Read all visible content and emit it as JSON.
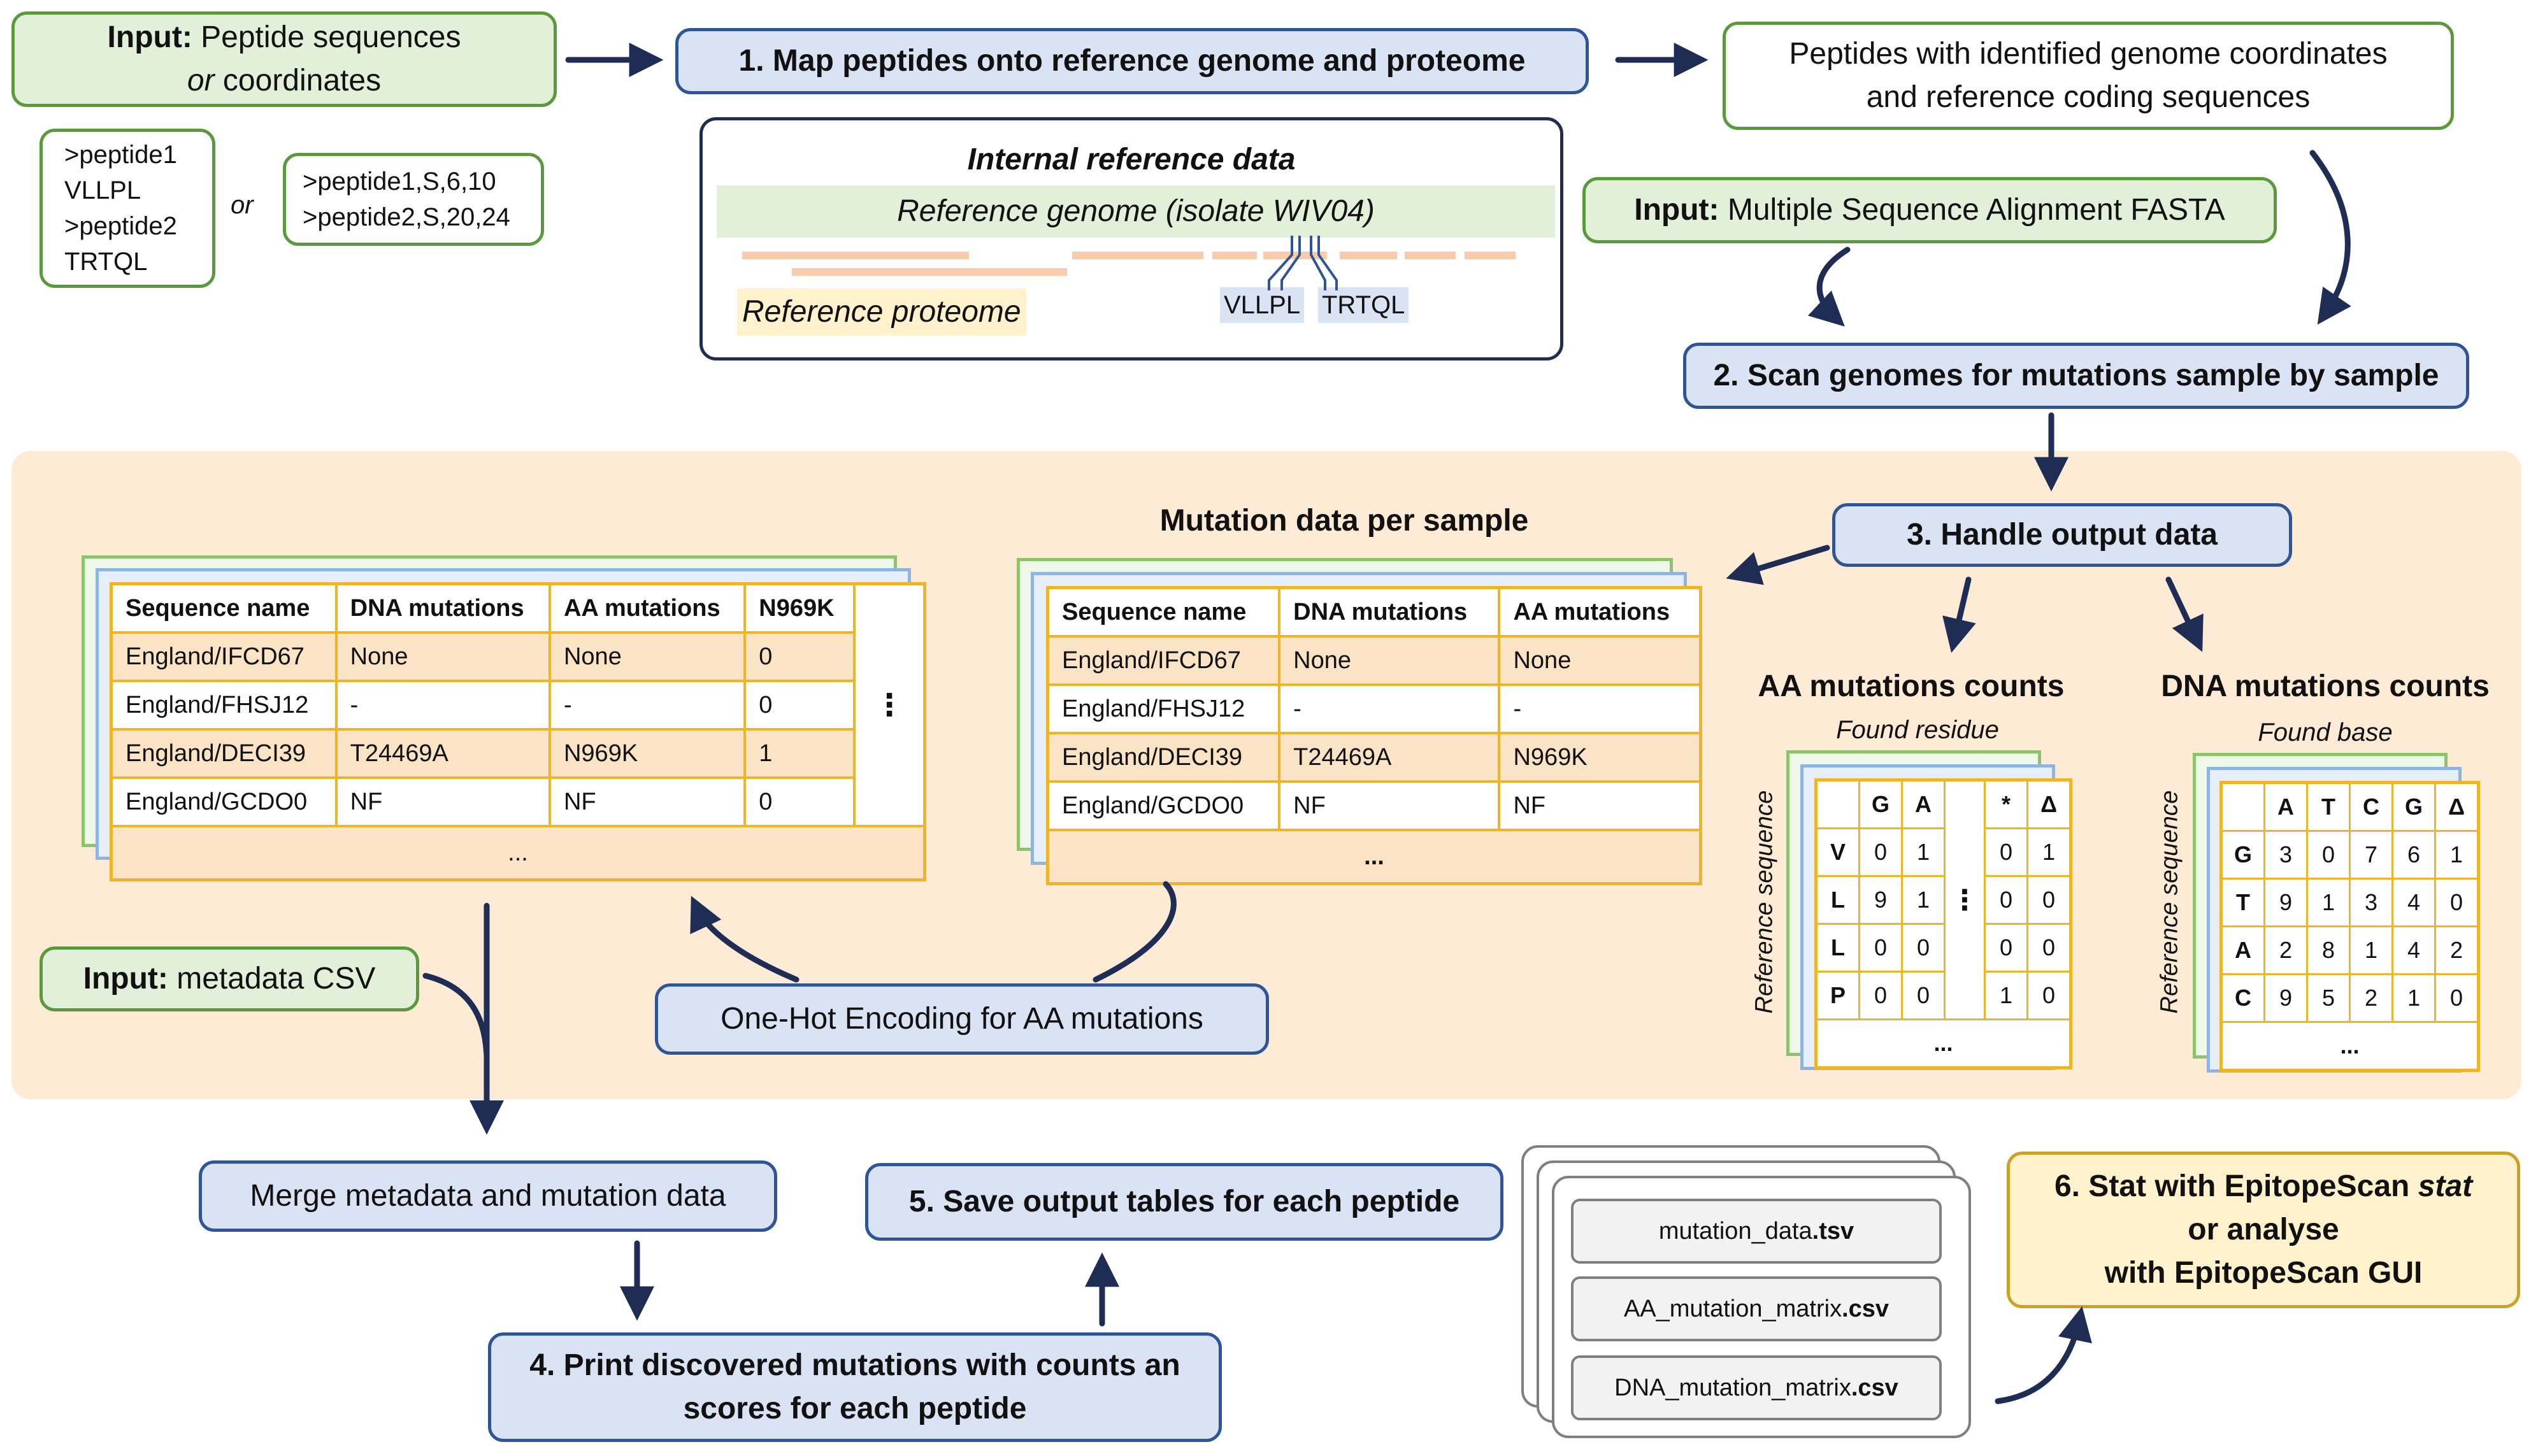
{
  "input_peptides": {
    "bold": "Input:",
    "text1": "Peptide sequences",
    "or": "or",
    "text2": "coordinates"
  },
  "fasta_example": {
    "line1": ">peptide1",
    "line2": "VLLPL",
    "line3": ">peptide2",
    "line4": "TRTQL"
  },
  "or_label": "or",
  "coord_example": {
    "line1": ">peptide1,S,6,10",
    "line2": ">peptide2,S,20,24"
  },
  "step1": "1. Map peptides onto reference genome and proteome",
  "internal_ref": {
    "title": "Internal reference data",
    "genome": "Reference genome (isolate WIV04)",
    "proteome": "Reference proteome",
    "pep1": "VLLPL",
    "pep2": "TRTQL"
  },
  "mapped_output": {
    "line1": "Peptides with identified genome coordinates",
    "line2": "and reference coding sequences"
  },
  "input_msa": {
    "bold": "Input:",
    "text": "Multiple Sequence Alignment FASTA"
  },
  "step2": "2. Scan genomes for mutations sample by sample",
  "step3": "3. Handle output data",
  "mutation_title": "Mutation data per sample",
  "table1": {
    "headers": [
      "Sequence name",
      "DNA mutations",
      "AA mutations",
      "N969K"
    ],
    "rows": [
      [
        "England/IFCD67",
        "None",
        "None",
        "0"
      ],
      [
        "England/FHSJ12",
        "-",
        "-",
        "0"
      ],
      [
        "England/DECI39",
        "T24469A",
        "N969K",
        "1"
      ],
      [
        "England/GCDO0",
        "NF",
        "NF",
        "0"
      ]
    ],
    "more": "...",
    "side_dots": "⋮"
  },
  "table2": {
    "headers": [
      "Sequence name",
      "DNA mutations",
      "AA mutations"
    ],
    "rows": [
      [
        "England/IFCD67",
        "None",
        "None"
      ],
      [
        "England/FHSJ12",
        "-",
        "-"
      ],
      [
        "England/DECI39",
        "T24469A",
        "N969K"
      ],
      [
        "England/GCDO0",
        "NF",
        "NF"
      ]
    ],
    "more": "..."
  },
  "aa_counts": {
    "title": "AA mutations counts",
    "subtitle": "Found residue",
    "side_label": "Reference  sequence",
    "cols": [
      "G",
      "A",
      "*",
      "Δ"
    ],
    "rows": [
      {
        "ref": "V",
        "vals": [
          "0",
          "1",
          "0",
          "1"
        ]
      },
      {
        "ref": "L",
        "vals": [
          "9",
          "1",
          "0",
          "0"
        ]
      },
      {
        "ref": "L",
        "vals": [
          "0",
          "0",
          "0",
          "0"
        ]
      },
      {
        "ref": "P",
        "vals": [
          "0",
          "0",
          "1",
          "0"
        ]
      }
    ],
    "mid_dots": "⋮",
    "more": "..."
  },
  "dna_counts": {
    "title": "DNA mutations counts",
    "subtitle": "Found base",
    "side_label": "Reference  sequence",
    "cols": [
      "A",
      "T",
      "C",
      "G",
      "Δ"
    ],
    "rows": [
      {
        "ref": "G",
        "vals": [
          "3",
          "0",
          "7",
          "6",
          "1"
        ]
      },
      {
        "ref": "T",
        "vals": [
          "9",
          "1",
          "3",
          "4",
          "0"
        ]
      },
      {
        "ref": "A",
        "vals": [
          "2",
          "8",
          "1",
          "4",
          "2"
        ]
      },
      {
        "ref": "C",
        "vals": [
          "9",
          "5",
          "2",
          "1",
          "0"
        ]
      }
    ],
    "more": "..."
  },
  "input_meta": {
    "bold": "Input:",
    "text": "metadata CSV"
  },
  "one_hot": "One-Hot Encoding for AA mutations",
  "merge": "Merge metadata and mutation data",
  "step4": {
    "line1": "4. Print discovered mutations with counts an",
    "line2": "scores for each peptide"
  },
  "step5": "5. Save output tables for each peptide",
  "files": [
    {
      "stem": "mutation_data",
      "ext": ".tsv"
    },
    {
      "stem": "AA_mutation_matrix",
      "ext": ".csv"
    },
    {
      "stem": "DNA_mutation_matrix",
      "ext": ".csv"
    }
  ],
  "step6": {
    "line1": "6. Stat with EpitopeScan",
    "line1_italic": "stat",
    "line2": "or analyse",
    "line3": "with EpitopeScan GUI"
  },
  "colors": {
    "navy": "#1f2d54",
    "green_border": "#5b9a3c",
    "blue_border": "#2f5597",
    "table_border": "#f0b429",
    "panel": "#fdebd6"
  }
}
